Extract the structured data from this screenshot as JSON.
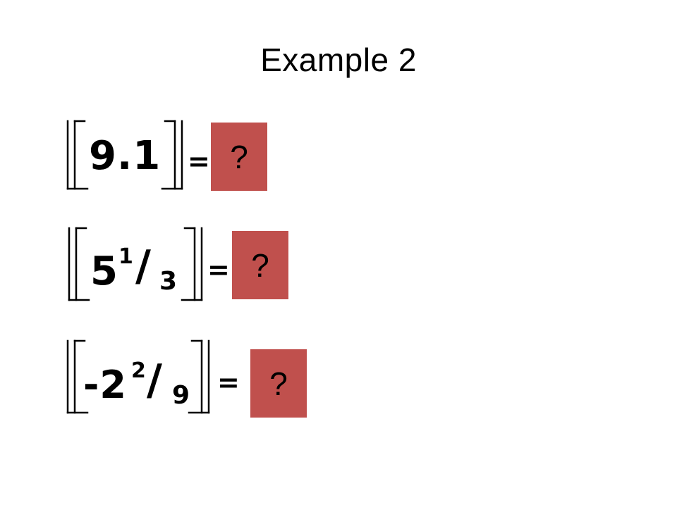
{
  "slide": {
    "title": "Example 2",
    "answer_color": "#c0504d"
  },
  "problems": [
    {
      "value": "9.1",
      "equals": "=",
      "answer": "?"
    },
    {
      "whole": "5",
      "numerator": "1",
      "slash": "/",
      "denominator": "3",
      "equals": "=",
      "answer": "?"
    },
    {
      "whole": "-2",
      "numerator": "2",
      "slash": "/",
      "denominator": "9",
      "equals": "=",
      "answer": "?"
    }
  ]
}
